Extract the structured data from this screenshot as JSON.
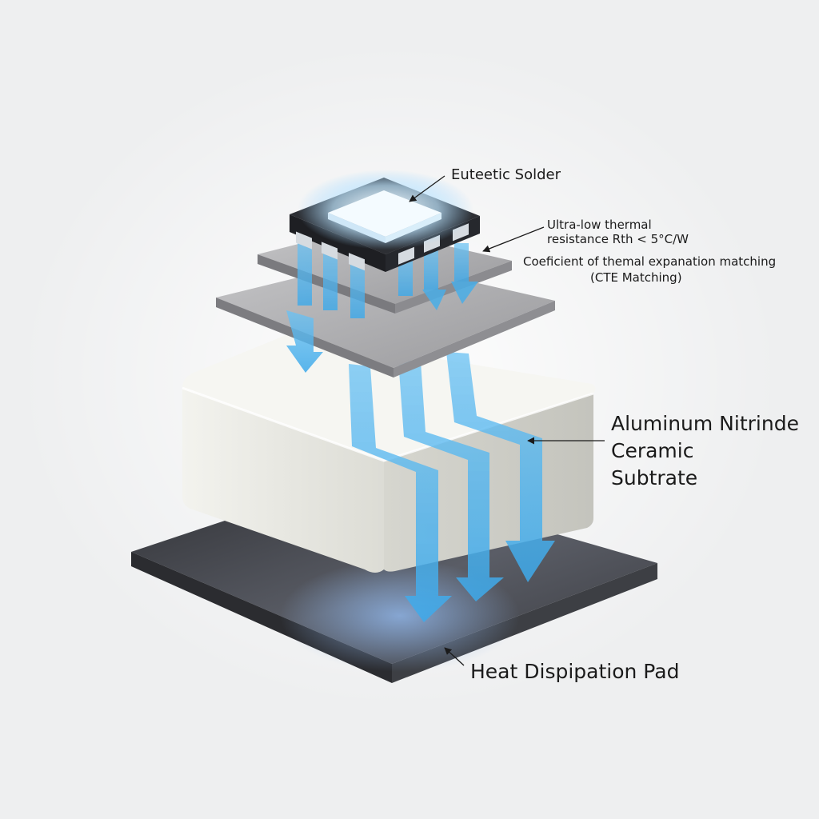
{
  "labels": {
    "eutectic": "Euteetic Solder",
    "rth_line1": "Ultra-low thermal",
    "rth_line2": "resistance Rth < 5°C/W",
    "cte_line1": "Coeficient of themal expanation matching",
    "cte_line2": "(CTE Matching)",
    "aln_line1": "Aluminum Nitrinde",
    "aln_line2": "Ceramic",
    "aln_line3": "Subtrate",
    "pad": "Heat Dispipation Pad"
  },
  "colors": {
    "background": "#eeeff0",
    "heat_flow": "#4aaee8",
    "chip_glow": "#dff2ff",
    "ceramic": "#e8e8e2",
    "metal_plate": "#a8a8aa",
    "pad": "#4a4b50"
  }
}
